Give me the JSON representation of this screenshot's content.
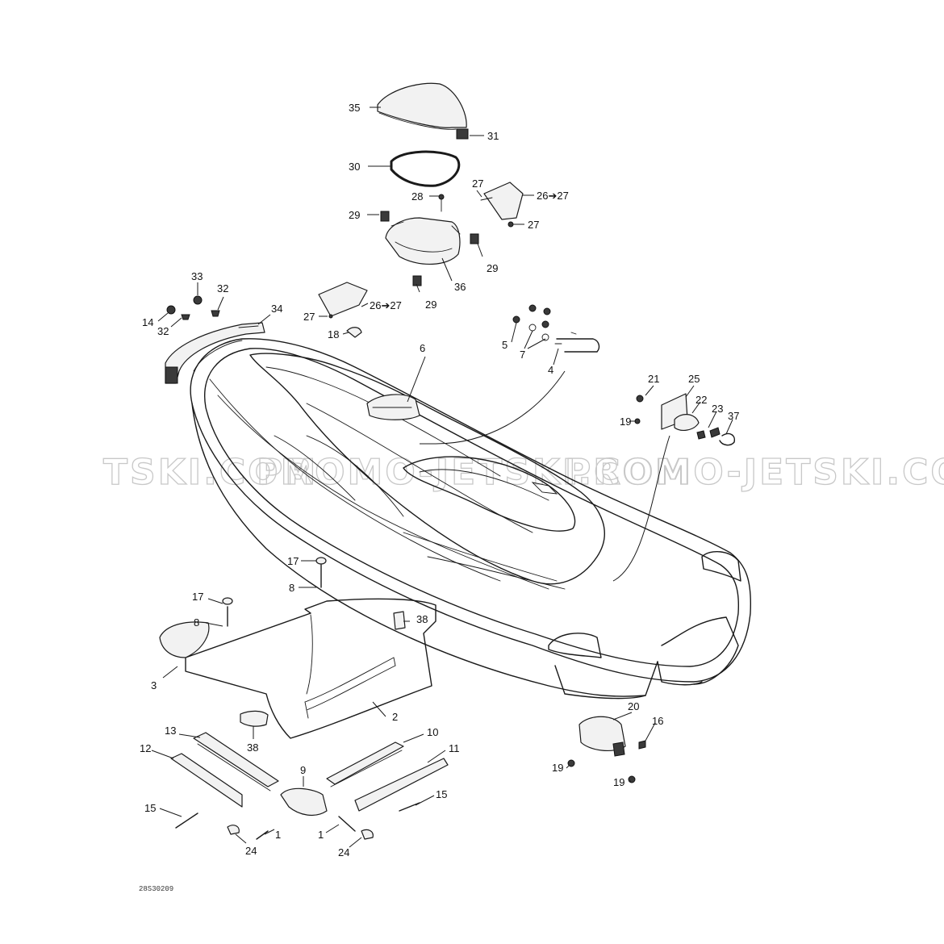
{
  "diagram": {
    "watermark": "PROMO-JETSKI.COM",
    "watermark_left_fragment": "TSKI.COM",
    "reference_code": "28S30209",
    "callouts": {
      "c35": "35",
      "c31": "31",
      "c30": "30",
      "c27a": "27",
      "c28": "28",
      "c2627a": "26➔27",
      "c27b": "27",
      "c29a": "29",
      "c29b": "29",
      "c29c": "29",
      "c36": "36",
      "c33": "33",
      "c32a": "32",
      "c34": "34",
      "c14": "14",
      "c32b": "32",
      "c27c": "27",
      "c2627b": "26➔27",
      "c18": "18",
      "c5": "5",
      "c7": "7",
      "c4": "4",
      "c6": "6",
      "c21": "21",
      "c25": "25",
      "c22": "22",
      "c23": "23",
      "c37": "37",
      "c19a": "19",
      "c17a": "17",
      "c8a": "8",
      "c17b": "17",
      "c8b": "8",
      "c38a": "38",
      "c3": "3",
      "c2": "2",
      "c38b": "38",
      "c13": "13",
      "c10": "10",
      "c12": "12",
      "c11": "11",
      "c9": "9",
      "c15a": "15",
      "c15b": "15",
      "c1a": "1",
      "c1b": "1",
      "c24a": "24",
      "c24b": "24",
      "c20": "20",
      "c16": "16",
      "c19b": "19",
      "c19c": "19"
    }
  }
}
